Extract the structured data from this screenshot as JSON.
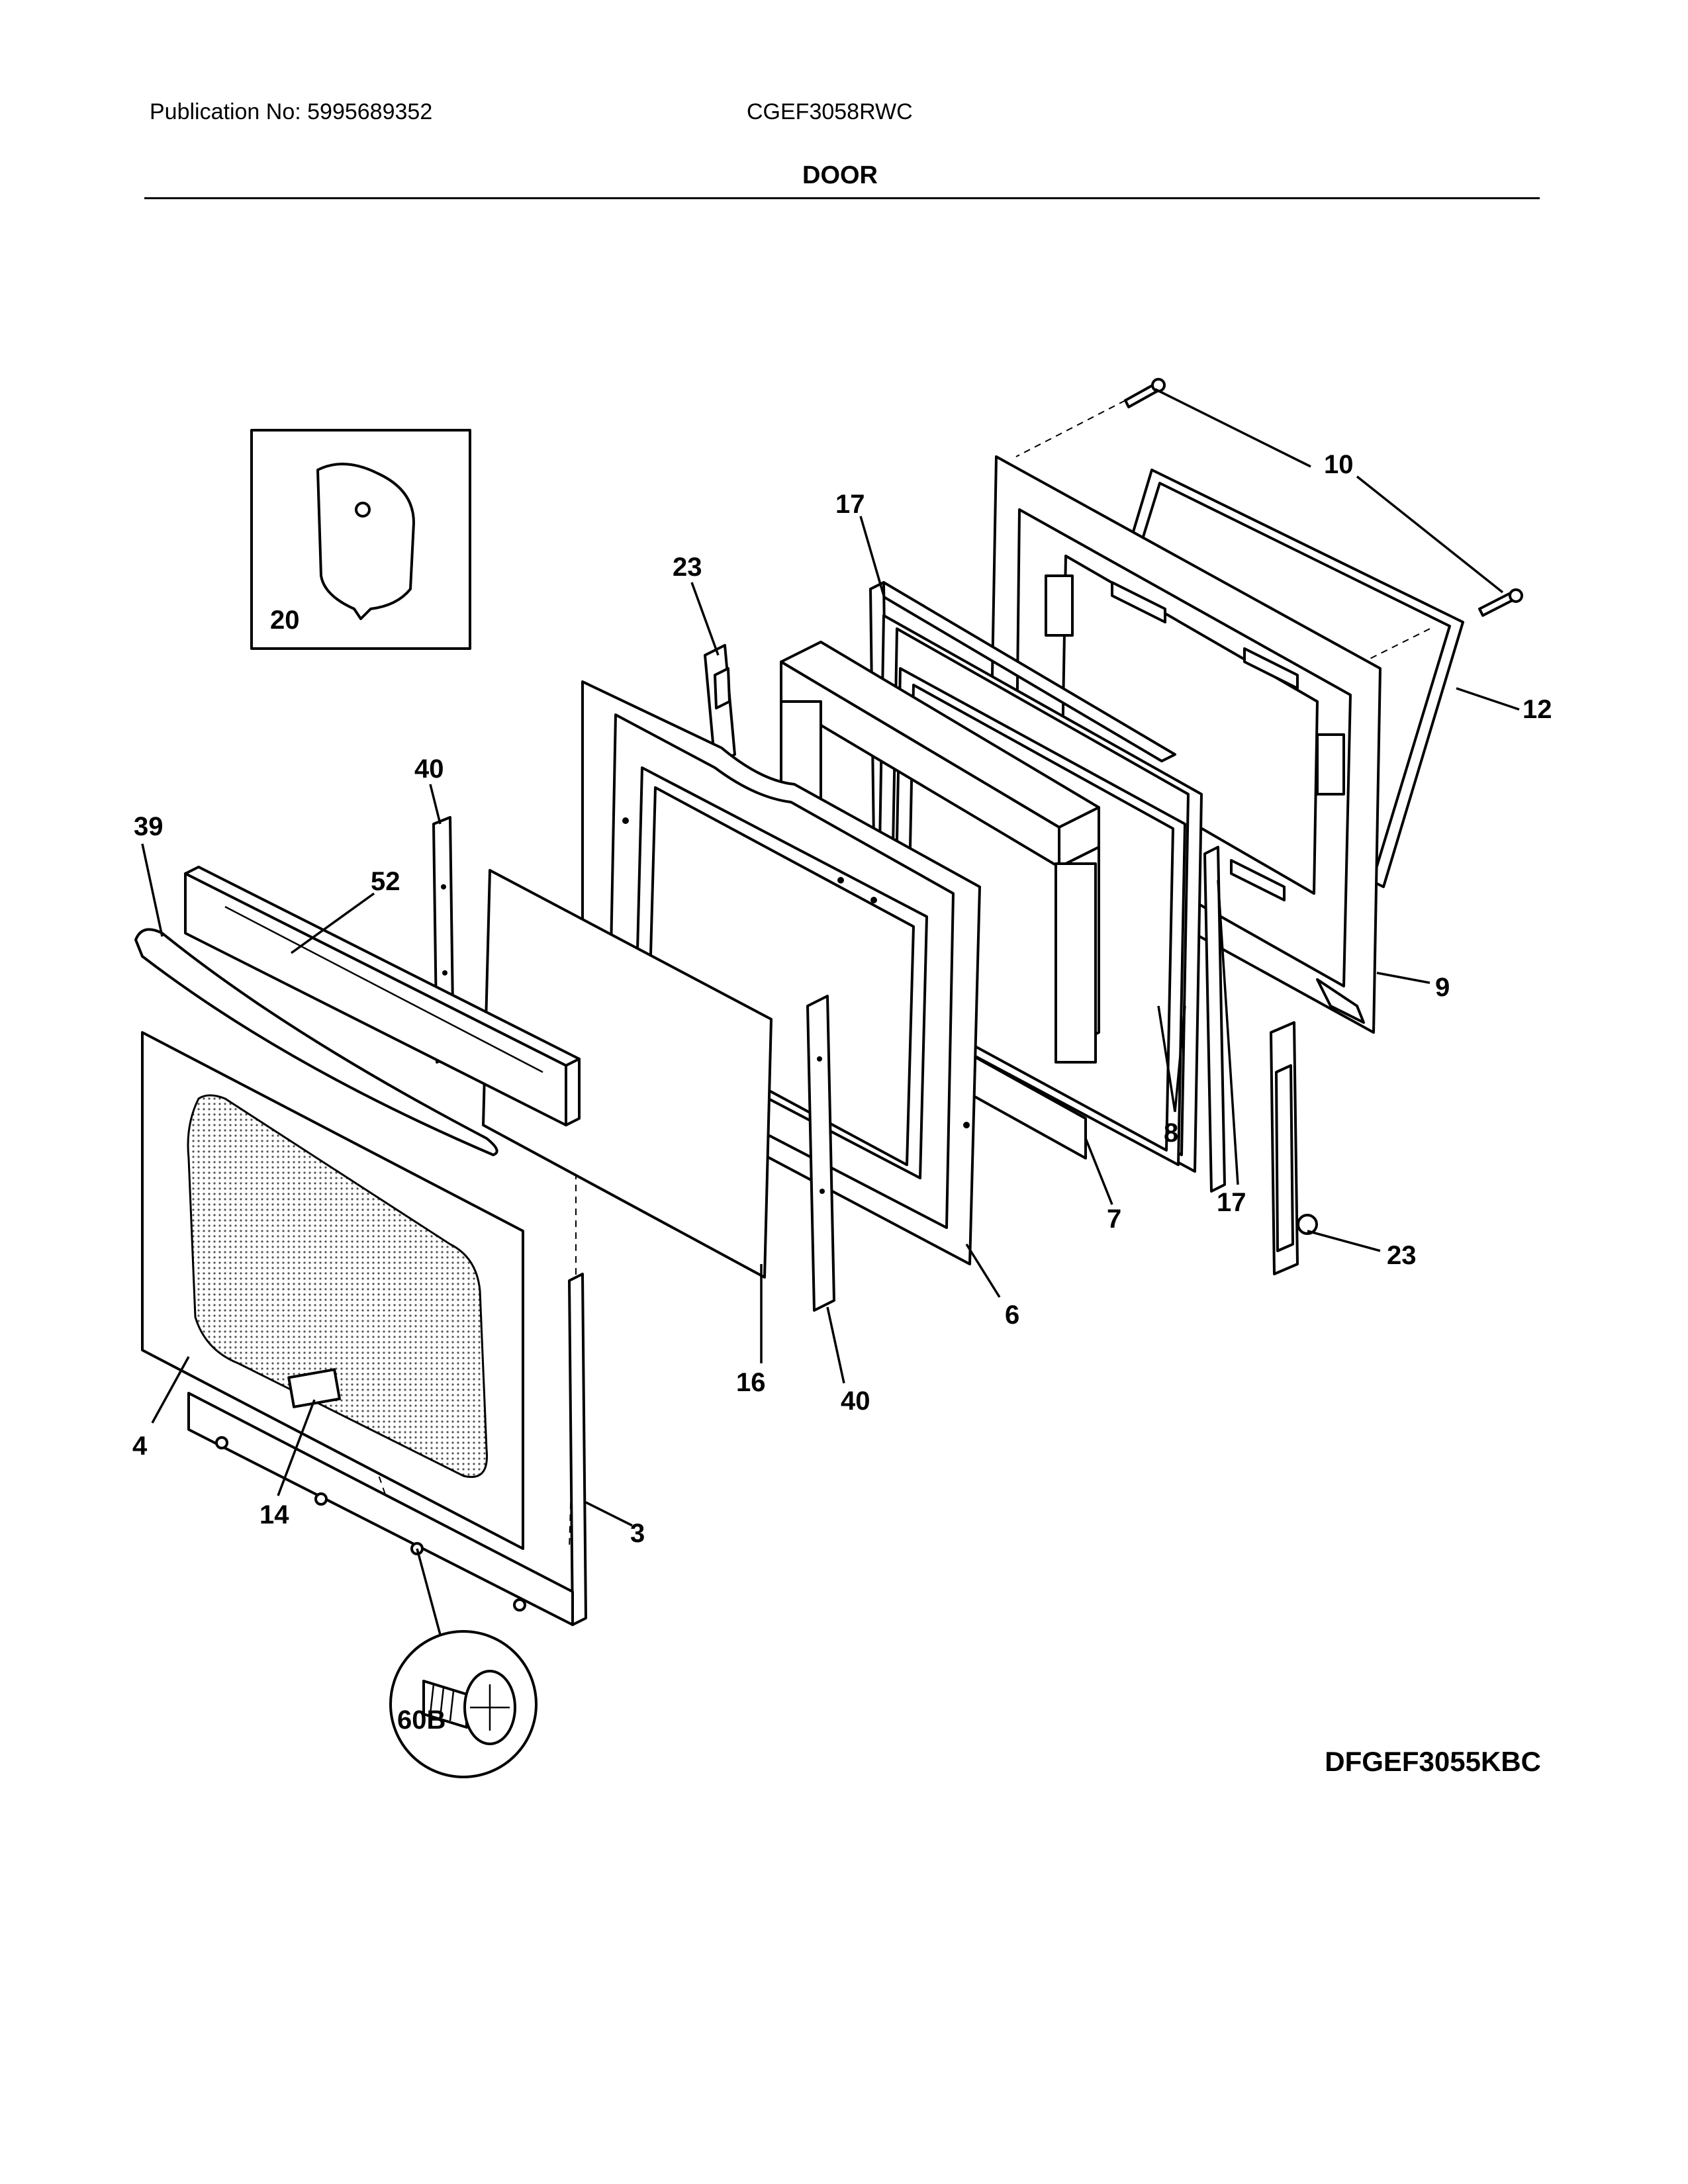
{
  "header": {
    "publication": "Publication No: 5995689352",
    "model": "CGEF3058RWC",
    "section": "DOOR"
  },
  "diagram_code": "DFGEF3055KBC",
  "callouts": {
    "c10": "10",
    "c12": "12",
    "c9": "9",
    "c17a": "17",
    "c17b": "17",
    "c8": "8",
    "c7": "7",
    "c23a": "23",
    "c23b": "23",
    "c6": "6",
    "c16": "16",
    "c40a": "40",
    "c40b": "40",
    "c39": "39",
    "c52": "52",
    "c4": "4",
    "c14": "14",
    "c3": "3",
    "c20": "20",
    "c60b": "60B"
  }
}
